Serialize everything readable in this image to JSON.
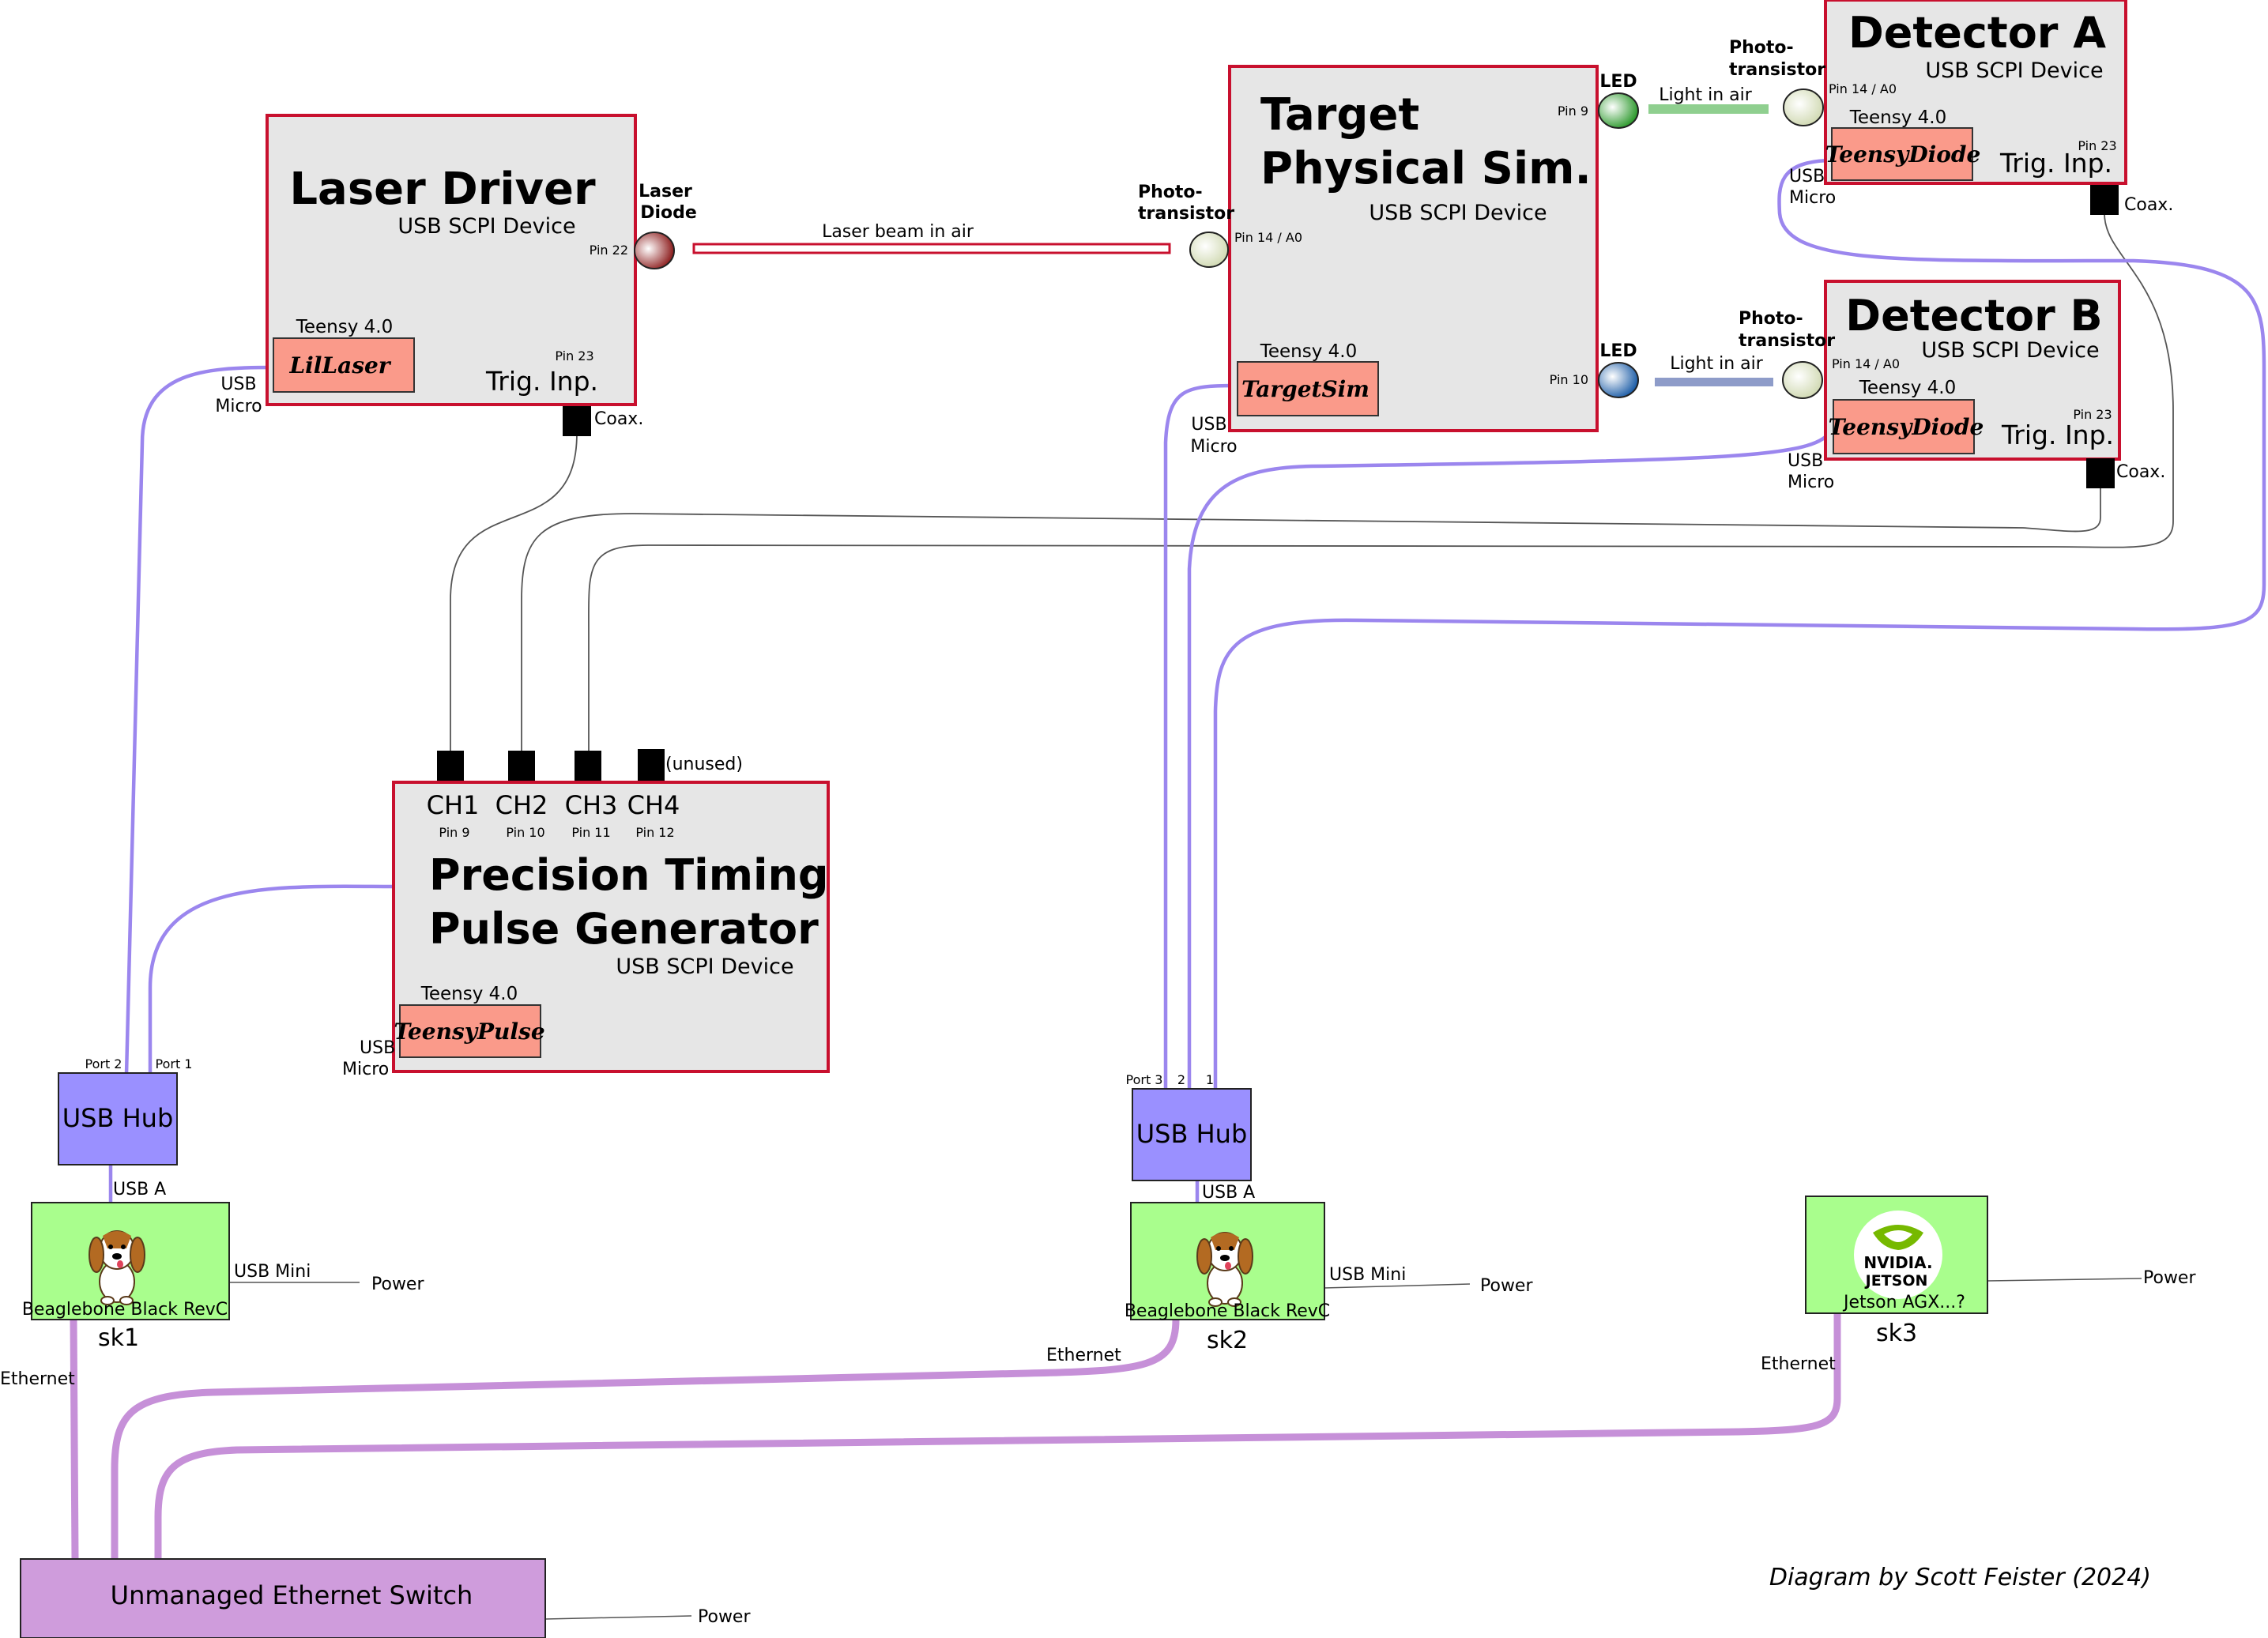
{
  "laser_driver": {
    "title": "Laser Driver",
    "subtitle": "USB SCPI Device",
    "teensy_label": "Teensy 4.0",
    "firmware": "LilLaser",
    "trig_pin": "Pin 23",
    "trig_label": "Trig. Inp.",
    "output_pin": "Pin 22",
    "usb_label_1": "USB",
    "usb_label_2": "Micro",
    "coax_label": "Coax."
  },
  "laser_diode": {
    "line1": "Laser",
    "line2": "Diode",
    "color": "#8b1a1a"
  },
  "laser_beam_label": "Laser beam in air",
  "target_sim": {
    "title_line1": "Target",
    "title_line2": "Physical Sim.",
    "subtitle": "USB SCPI Device",
    "teensy_label": "Teensy 4.0",
    "firmware": "TargetSim",
    "input_pin": "Pin 14 / A0",
    "led_a_pin": "Pin 9",
    "led_b_pin": "Pin 10",
    "usb_label_1": "USB",
    "usb_label_2": "Micro"
  },
  "phototransistor_target": {
    "line1": "Photo-",
    "line2": "transistor"
  },
  "led_a": {
    "label": "LED",
    "color": "#3cae3c"
  },
  "led_b": {
    "label": "LED",
    "color": "#2f6fb5"
  },
  "light_a_label": "Light in air",
  "light_b_label": "Light in air",
  "detector_a": {
    "title": "Detector A",
    "subtitle": "USB SCPI Device",
    "teensy_label": "Teensy 4.0",
    "firmware": "TeensyDiode",
    "input_pin": "Pin 14 / A0",
    "trig_pin": "Pin 23",
    "trig_label": "Trig. Inp.",
    "usb_label_1": "USB",
    "usb_label_2": "Micro",
    "coax_label": "Coax.",
    "photo_line1": "Photo-",
    "photo_line2": "transistor"
  },
  "detector_b": {
    "title": "Detector B",
    "subtitle": "USB SCPI Device",
    "teensy_label": "Teensy 4.0",
    "firmware": "TeensyDiode",
    "input_pin": "Pin 14 / A0",
    "trig_pin": "Pin 23",
    "trig_label": "Trig. Inp.",
    "usb_label_1": "USB",
    "usb_label_2": "Micro",
    "coax_label": "Coax.",
    "photo_line1": "Photo-",
    "photo_line2": "transistor"
  },
  "pulse_gen": {
    "title_line1": "Precision Timing",
    "title_line2": "Pulse Generator",
    "subtitle": "USB SCPI Device",
    "teensy_label": "Teensy 4.0",
    "firmware": "TeensyPulse",
    "usb_label_1": "USB",
    "usb_label_2": "Micro",
    "unused_label": "(unused)",
    "channels": [
      {
        "name": "CH1",
        "pin": "Pin 9"
      },
      {
        "name": "CH2",
        "pin": "Pin 10"
      },
      {
        "name": "CH3",
        "pin": "Pin 11"
      },
      {
        "name": "CH4",
        "pin": "Pin 12"
      }
    ]
  },
  "hub1": {
    "label": "USB Hub",
    "port2": "Port 2",
    "port1": "Port 1",
    "usb_a": "USB A"
  },
  "hub2": {
    "label": "USB Hub",
    "port3": "Port 3",
    "port2": "2",
    "port1": "1",
    "usb_a": "USB A"
  },
  "sk1": {
    "board": "Beaglebone Black RevC",
    "name": "sk1",
    "usb_mini": "USB Mini",
    "power": "Power",
    "ethernet": "Ethernet"
  },
  "sk2": {
    "board": "Beaglebone Black RevC",
    "name": "sk2",
    "usb_mini": "USB Mini",
    "power": "Power",
    "ethernet": "Ethernet"
  },
  "sk3": {
    "board": "Jetson AGX...?",
    "name": "sk3",
    "power": "Power",
    "ethernet": "Ethernet",
    "logo_line1": "NVIDIA.",
    "logo_line2": "JETSON"
  },
  "switch": {
    "label": "Unmanaged Ethernet Switch",
    "power": "Power"
  },
  "credit": "Diagram by Scott Feister (2024)"
}
